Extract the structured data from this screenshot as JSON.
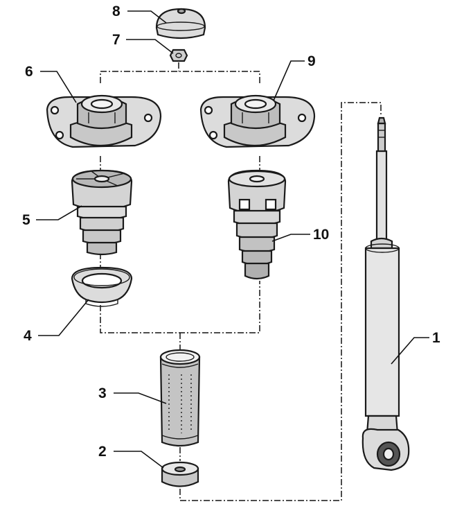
{
  "diagram": {
    "callouts": [
      {
        "id": "1",
        "text": "1"
      },
      {
        "id": "2",
        "text": "2"
      },
      {
        "id": "3",
        "text": "3"
      },
      {
        "id": "4",
        "text": "4"
      },
      {
        "id": "5",
        "text": "5"
      },
      {
        "id": "6",
        "text": "6"
      },
      {
        "id": "7",
        "text": "7"
      },
      {
        "id": "8",
        "text": "8"
      },
      {
        "id": "9",
        "text": "9"
      },
      {
        "id": "10",
        "text": "10"
      }
    ],
    "colors": {
      "line": "#1a1a1a",
      "part_fill": "#dcdcdc",
      "part_dark": "#a8a8a8",
      "part_light": "#f2f2f2",
      "background": "#ffffff"
    }
  }
}
